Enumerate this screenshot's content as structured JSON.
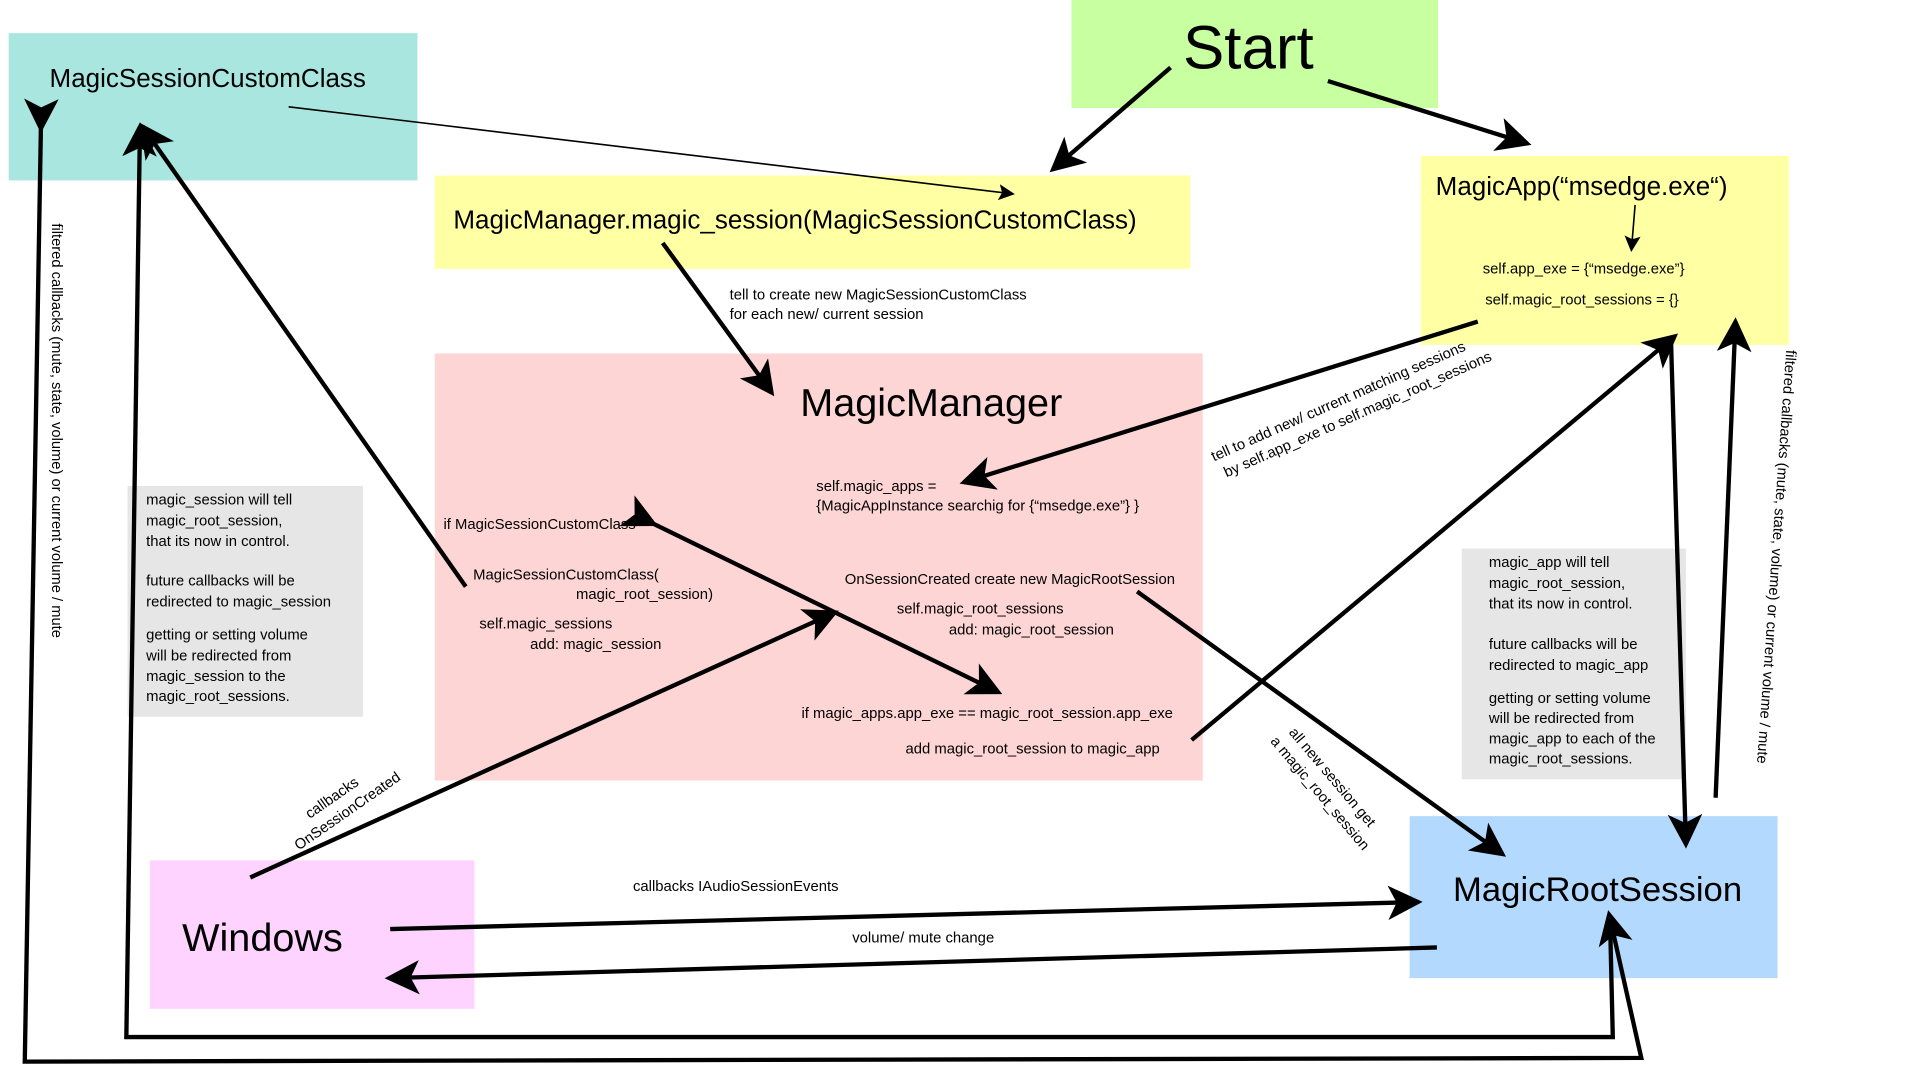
{
  "colors": {
    "start": "#c8ffa0",
    "teal": "#a9e6df",
    "yellow": "#ffffa3",
    "pink": "#fdd5d5",
    "magenta": "#ffd3ff",
    "blue": "#b3d9ff",
    "note": "#e6e6e6",
    "arrow": "#000000"
  },
  "nodes": {
    "start": "Start",
    "custom_class": "MagicSessionCustomClass",
    "magic_session_call": "MagicManager.magic_session(MagicSessionCustomClass)",
    "magic_app": {
      "title": "MagicApp(“msedge.exe“)",
      "line1": "self.app_exe = {“msedge.exe”}",
      "line2": "self.magic_root_sessions = {}"
    },
    "magic_manager": {
      "title": "MagicManager",
      "magic_apps": [
        "self.magic_apps =",
        "{MagicAppInstance searchig for {“msedge.exe”} }"
      ],
      "if_custom": "if MagicSessionCustomClass",
      "custom_ctor": [
        "MagicSessionCustomClass(",
        "magic_root_session)"
      ],
      "magic_sessions": [
        "self.magic_sessions",
        "add: magic_session"
      ],
      "on_created": [
        "OnSessionCreated create new MagicRootSession",
        "self.magic_root_sessions",
        "add: magic_root_session"
      ],
      "if_match": [
        "if magic_apps.app_exe == magic_root_session.app_exe",
        "add magic_root_session to magic_app"
      ]
    },
    "windows": "Windows",
    "root_session": "MagicRootSession"
  },
  "labels": {
    "tell_create": [
      "tell to create new MagicSessionCustomClass",
      "for each new/ current session"
    ],
    "tell_add": [
      "tell to add new/ current matching sessions",
      "by self.app_exe to self.magic_root_sessions"
    ],
    "callbacks_created": [
      "callbacks",
      "OnSessionCreated"
    ],
    "all_new": [
      "all new session get",
      "a magic_root_session"
    ],
    "callbacks_events": "callbacks IAudioSessionEvents",
    "volume_change": "volume/ mute change",
    "left_filtered": "filtered callbacks (mute, state, volume) or current  volume / mute",
    "right_filtered": "filtered callbacks (mute, state, volume) or current  volume / mute"
  },
  "notes": {
    "left": [
      "magic_session will tell",
      "magic_root_session,",
      "that its now in control.",
      "",
      "future callbacks will be",
      "redirected to magic_session",
      "",
      "getting or setting volume",
      "will be redirected from",
      "magic_session to the",
      "magic_root_sessions."
    ],
    "right": [
      "magic_app will tell",
      "magic_root_session,",
      "that its now in control.",
      "",
      "future callbacks will be",
      "redirected to magic_app",
      "",
      "getting or setting volume",
      "will be redirected from",
      "magic_app to each of  the",
      "magic_root_sessions."
    ]
  }
}
